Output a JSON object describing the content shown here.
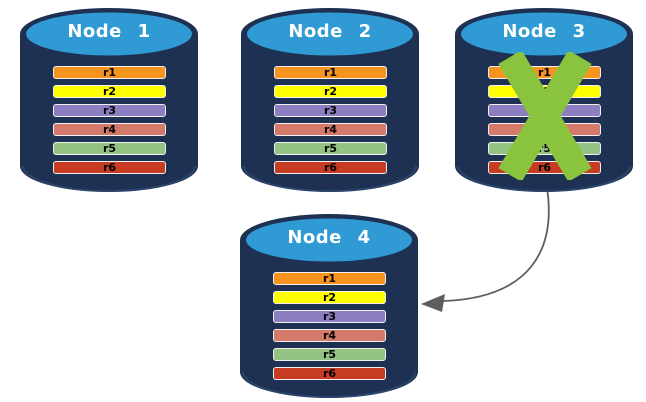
{
  "colors": {
    "background": "#FFFFFF",
    "cylinder_body": "#1E3152",
    "cylinder_rim": "#33517E",
    "cylinder_top": "#2F9AD3",
    "node_label_text": "#FFFFFF",
    "record_text": "#000000",
    "record_border": "#F0F0F0",
    "failure_x": "#8AC43F",
    "arrow": "#5E5E5E"
  },
  "nodes": [
    {
      "label": "Node 1",
      "failed": false,
      "records": [
        {
          "label": "r1",
          "color": "#F7941E"
        },
        {
          "label": "r2",
          "color": "#FFFF00"
        },
        {
          "label": "r3",
          "color": "#8D7EC2"
        },
        {
          "label": "r4",
          "color": "#D5796B"
        },
        {
          "label": "r5",
          "color": "#93C282"
        },
        {
          "label": "r6",
          "color": "#C63B22"
        }
      ]
    },
    {
      "label": "Node 2",
      "failed": false,
      "records": [
        {
          "label": "r1",
          "color": "#F7941E"
        },
        {
          "label": "r2",
          "color": "#FFFF00"
        },
        {
          "label": "r3",
          "color": "#8D7EC2"
        },
        {
          "label": "r4",
          "color": "#D5796B"
        },
        {
          "label": "r5",
          "color": "#93C282"
        },
        {
          "label": "r6",
          "color": "#C63B22"
        }
      ]
    },
    {
      "label": "Node 3",
      "failed": true,
      "records": [
        {
          "label": "r1",
          "color": "#F7941E"
        },
        {
          "label": "r2",
          "color": "#FFFF00"
        },
        {
          "label": "r3",
          "color": "#8D7EC2"
        },
        {
          "label": "r4",
          "color": "#D5796B"
        },
        {
          "label": "r5",
          "color": "#93C282"
        },
        {
          "label": "r6",
          "color": "#C63B22"
        }
      ]
    },
    {
      "label": "Node 4",
      "failed": false,
      "records": [
        {
          "label": "r1",
          "color": "#F7941E"
        },
        {
          "label": "r2",
          "color": "#FFFF00"
        },
        {
          "label": "r3",
          "color": "#8D7EC2"
        },
        {
          "label": "r4",
          "color": "#D5796B"
        },
        {
          "label": "r5",
          "color": "#93C282"
        },
        {
          "label": "r6",
          "color": "#C63B22"
        }
      ]
    }
  ],
  "arrow": {
    "from_node": "Node 3",
    "to_node": "Node 4"
  }
}
